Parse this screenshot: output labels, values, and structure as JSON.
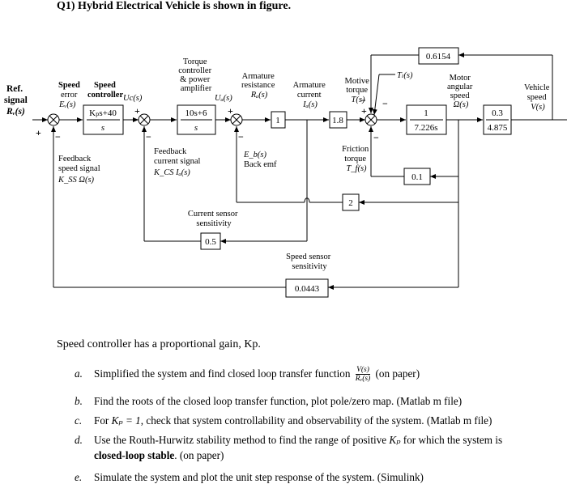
{
  "title": "Q1) Hybrid Electrical Vehicle is shown in figure.",
  "diagram": {
    "ref_signal": [
      "Ref.",
      "signal",
      "Rᵥ(s)"
    ],
    "speed_error": [
      "Speed",
      "error",
      "Eᵥ(s)"
    ],
    "speed_controller": [
      "Speed",
      "controller"
    ],
    "uc": "Uc(s)",
    "controller_block": {
      "num": "Kₚs+40",
      "den": "s"
    },
    "torque_amp": [
      "Torque",
      "controller",
      "& power",
      "amplifier"
    ],
    "ua": "Uₐ(s)",
    "amp_block": {
      "num": "10s+6",
      "den": "s"
    },
    "armature_resistance": [
      "Armature",
      "resistance",
      "Rₐ(s)"
    ],
    "armature_current": [
      "Armature",
      "current",
      "Iₐ(s)"
    ],
    "block_1": "1",
    "block_1_8": "1.8",
    "motive_torque": [
      "Motive",
      "torque",
      "T(s)"
    ],
    "tl": "Tₗ(s)",
    "motor_speed": [
      "Motor",
      "angular",
      "speed",
      "Ω(s)"
    ],
    "motor_block": {
      "num": "1",
      "den": "7.226s"
    },
    "vehicle_block": {
      "num": "0.3",
      "den": "4.875"
    },
    "vehicle_speed": [
      "Vehicle",
      "speed",
      "V(s)"
    ],
    "top_gain": "0.6154",
    "friction_torque": [
      "Friction",
      "torque",
      "T_f(s)"
    ],
    "friction_gain": "0.1",
    "back_emf": [
      "E_b(s)",
      "Back emf"
    ],
    "back_emf_gain": "2",
    "feedback_speed": [
      "Feedback",
      "speed signal",
      "K_SS Ω(s)"
    ],
    "feedback_current": [
      "Feedback",
      "current signal",
      "K_CS Iₐ(s)"
    ],
    "current_sensor": [
      "Current sensor",
      "sensitivity"
    ],
    "current_gain": "0.5",
    "speed_sensor": [
      "Speed sensor",
      "sensitivity"
    ],
    "speed_gain": "0.0443",
    "signs": {
      "plus": "+",
      "minus": "−"
    }
  },
  "intro": "Speed controller has a proportional gain, Kp.",
  "questions": [
    {
      "letter": "a.",
      "pre": "Simplified the system and find closed loop transfer function",
      "frac_num": "V(s)",
      "frac_den": "Rᵥ(s)",
      "post": "(on paper)"
    },
    {
      "letter": "b.",
      "text": "Find the roots of the closed loop transfer function, plot pole/zero map. (Matlab m file)"
    },
    {
      "letter": "c.",
      "pre": "For",
      "kp": "Kₚ = 1",
      "post": ", check that system controllability and observability of the system. (Matlab m file)"
    },
    {
      "letter": "d.",
      "pre": "Use the Routh-Hurwitz stability method to find the range of positive",
      "kp": "Kₚ",
      "mid": "for which the system is",
      "bold": "closed-loop stable",
      "post": ". (on paper)"
    },
    {
      "letter": "e.",
      "text": "Simulate the system and plot the unit step response of the system. (Simulink)"
    }
  ]
}
